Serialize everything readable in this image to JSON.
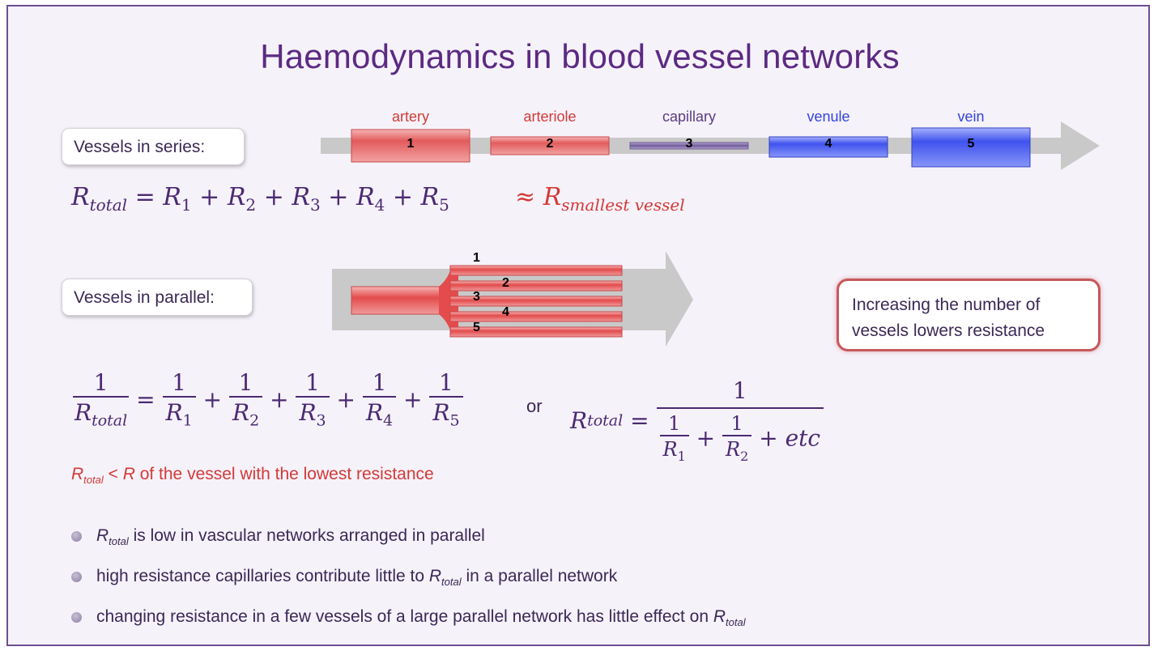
{
  "title": "Haemodynamics in blood vessel networks",
  "series": {
    "label": "Vessels in series:",
    "vessels": [
      {
        "name": "artery",
        "number": "1",
        "color": "#e26a6b"
      },
      {
        "name": "arteriole",
        "number": "2",
        "color": "#e26a6b"
      },
      {
        "name": "capillary",
        "number": "3",
        "color": "#7e6aa3"
      },
      {
        "name": "venule",
        "number": "4",
        "color": "#4a5cf0"
      },
      {
        "name": "vein",
        "number": "5",
        "color": "#4a5cf0"
      }
    ],
    "equation": {
      "lhs": "R",
      "lhs_sub": "total",
      "eq": "=",
      "terms": [
        {
          "r": "R",
          "sub": "1"
        },
        {
          "r": "R",
          "sub": "2"
        },
        {
          "r": "R",
          "sub": "3"
        },
        {
          "r": "R",
          "sub": "4"
        },
        {
          "r": "R",
          "sub": "5"
        }
      ],
      "plus": "+",
      "approx": "≈",
      "approx_r": "R",
      "approx_sub": "smallest vessel"
    }
  },
  "parallel": {
    "label": "Vessels in parallel:",
    "branch_numbers": [
      "1",
      "2",
      "3",
      "4",
      "5"
    ],
    "note": "Increasing the number of vessels lowers resistance",
    "eq1": {
      "one": "1",
      "lhs_r": "R",
      "lhs_sub": "total",
      "eq": "=",
      "plus": "+",
      "terms": [
        {
          "r": "R",
          "sub": "1"
        },
        {
          "r": "R",
          "sub": "2"
        },
        {
          "r": "R",
          "sub": "3"
        },
        {
          "r": "R",
          "sub": "4"
        },
        {
          "r": "R",
          "sub": "5"
        }
      ]
    },
    "or": "or",
    "eq2": {
      "lhs_r": "R",
      "lhs_sub": "total",
      "eq": "=",
      "one": "1",
      "plus": "+",
      "t1_r": "R",
      "t1_sub": "1",
      "t2_r": "R",
      "t2_sub": "2",
      "etc": "etc"
    },
    "condition": {
      "r": "R",
      "sub": "total",
      "lt": " < ",
      "r2": "R",
      "rest": " of the vessel with the lowest resistance"
    }
  },
  "bullets": [
    {
      "pre": "",
      "r": "R",
      "sub": "total",
      "post": " is low in vascular networks arranged in parallel"
    },
    {
      "pre": "high resistance capillaries contribute little to ",
      "r": "R",
      "sub": "total",
      "post": " in a parallel network"
    },
    {
      "pre": "changing resistance in a few vessels of a large parallel network has little effect on ",
      "r": "R",
      "sub": "total",
      "post": ""
    }
  ],
  "colors": {
    "title": "#5c2a82",
    "red": "#d33a37",
    "math": "#4b2a72",
    "arrow": "#c8c8c8",
    "frame": "#6e4e92"
  }
}
